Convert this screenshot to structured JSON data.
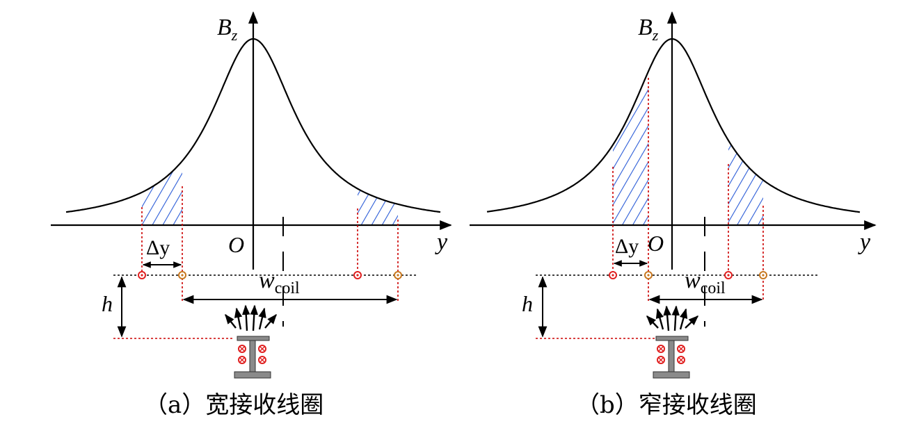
{
  "panels": [
    {
      "id": "a",
      "caption": "（a）宽接收线圈",
      "labels": {
        "b_main": "B",
        "b_sub": "z",
        "origin": "O",
        "y_axis": "y",
        "delta": "Δy",
        "h": "h",
        "w_main": "w",
        "w_sub": "coil"
      }
    },
    {
      "id": "b",
      "caption": "（b）窄接收线圈",
      "labels": {
        "b_main": "B",
        "b_sub": "z",
        "origin": "O",
        "y_axis": "y",
        "delta": "Δy",
        "h": "h",
        "w_main": "w",
        "w_sub": "coil"
      }
    }
  ],
  "colors": {
    "curve": "#000000",
    "hatch": "#2a5bd7",
    "guide": "#cc0000",
    "coil_red": "#e02020",
    "coil_orange": "#c87820",
    "transmitter": "#8a8a8a"
  }
}
